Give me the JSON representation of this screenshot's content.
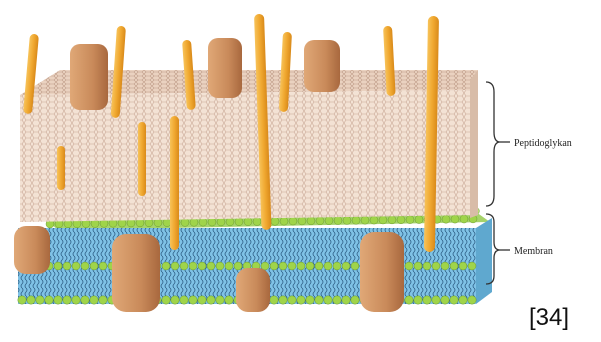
{
  "labels": {
    "peptidoglycan": "Peptidoglykan",
    "membrane": "Membran"
  },
  "citation": "[34]",
  "colors": {
    "wall_front": "#efd9c9",
    "wall_top": "#e8cfbd",
    "wall_mesh": "#c9a896",
    "teichoic_acid": "#f0a830",
    "protein": "#c98a5a",
    "lipid_head_green": "#9fd44a",
    "lipid_head_blue": "#6ec1e4",
    "lipid_core": "#8fc9e8",
    "bracket": "#333333"
  }
}
